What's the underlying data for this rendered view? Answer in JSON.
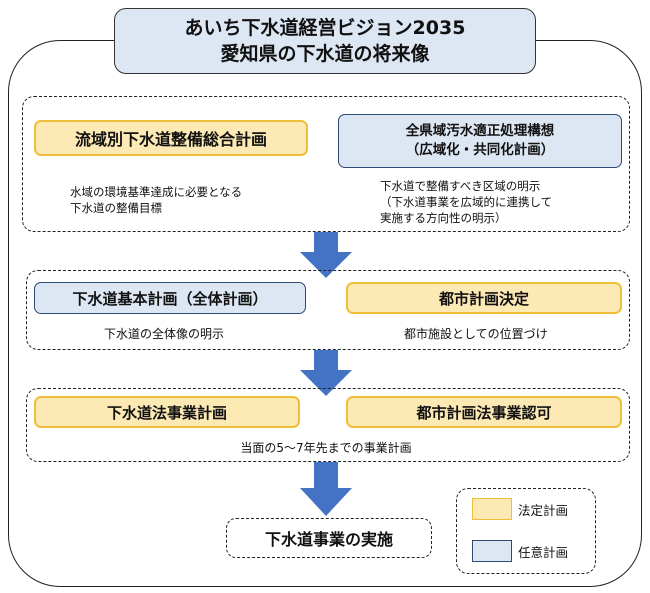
{
  "title": {
    "line1": "あいち下水道経営ビジョン2035",
    "line2": "愛知県の下水道の将来像"
  },
  "tier1": {
    "left_box": "流域別下水道整備総合計画",
    "left_note": "水域の環境基準達成に必要となる\n下水道の整備目標",
    "right_box_line1": "全県域汚水適正処理構想",
    "right_box_line2": "（広域化・共同化計画）",
    "right_note": "下水道で整備すべき区域の明示\n（下水道事業を広域的に連携して\n実施する方向性の明示）"
  },
  "tier2": {
    "left_box": "下水道基本計画（全体計画）",
    "left_note": "下水道の全体像の明示",
    "right_box": "都市計画決定",
    "right_note": "都市施設としての位置づけ"
  },
  "tier3": {
    "left_box": "下水道法事業計画",
    "right_box": "都市計画法事業認可",
    "note": "当面の5～7年先までの事業計画"
  },
  "final_box": "下水道事業の実施",
  "legend": {
    "items": [
      {
        "label": "法定計画",
        "color": "#fde9b4"
      },
      {
        "label": "任意計画",
        "color": "#dde6f3"
      }
    ]
  },
  "colors": {
    "arrow": "#4472c4",
    "yellow": "#fde9b4",
    "yellow_border": "#f0bf3a",
    "blue": "#dde6f3",
    "blue_border": "#2f4a74"
  }
}
